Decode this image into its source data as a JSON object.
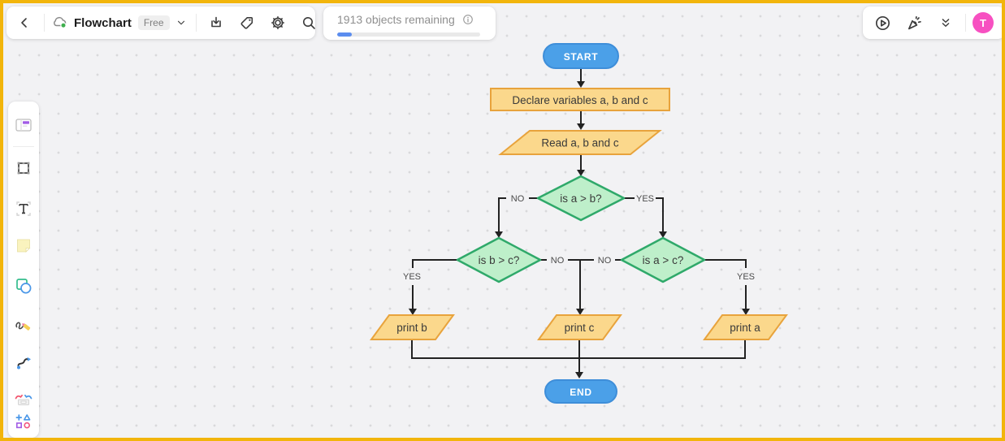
{
  "frame": {
    "border_color": "#F2B50B"
  },
  "header": {
    "back_icon": "chevron-left-icon",
    "board": {
      "cloud_icon": "cloud-sync-icon",
      "title": "Flowchart",
      "plan_badge": "Free",
      "menu_icon": "chevron-down-icon"
    },
    "tools": [
      {
        "name": "export",
        "icon": "download-icon"
      },
      {
        "name": "tag",
        "icon": "tag-icon"
      },
      {
        "name": "settings",
        "icon": "gear-icon"
      },
      {
        "name": "search",
        "icon": "magnifier-icon"
      }
    ],
    "usage": {
      "text": "1913 objects remaining",
      "info_icon": "info-circle-icon",
      "progress_percent": 10,
      "progress_color": "#5B8DEF"
    },
    "right_tools": [
      {
        "name": "present",
        "icon": "play-circle-icon"
      },
      {
        "name": "celebrate",
        "icon": "party-popper-icon"
      },
      {
        "name": "collapse",
        "icon": "double-chevron-down-icon"
      }
    ],
    "avatar": {
      "initial": "T",
      "color": "#F750C1"
    }
  },
  "sidebar": {
    "items": [
      {
        "name": "templates"
      },
      {
        "name": "frame"
      },
      {
        "name": "text"
      },
      {
        "name": "sticky-note"
      },
      {
        "name": "shapes"
      },
      {
        "name": "pen"
      },
      {
        "name": "connection-line"
      },
      {
        "name": "widgets"
      },
      {
        "name": "more-shapes"
      }
    ]
  },
  "flowchart": {
    "styles": {
      "terminator_fill": "#4BA0E8",
      "terminator_stroke": "#3E8ED9",
      "io_fill": "#FBD88C",
      "io_stroke": "#E8A33C",
      "decision_fill": "#BEEFCA",
      "decision_stroke": "#2FA96A",
      "line_color": "#222222"
    },
    "nodes": [
      {
        "id": "start",
        "type": "terminator",
        "label": "START"
      },
      {
        "id": "declare",
        "type": "process",
        "label": "Declare variables a, b and c"
      },
      {
        "id": "read",
        "type": "io",
        "label": "Read a, b and c"
      },
      {
        "id": "cond1",
        "type": "decision",
        "label": "is a > b?"
      },
      {
        "id": "cond2",
        "type": "decision",
        "label": "is b > c?"
      },
      {
        "id": "cond3",
        "type": "decision",
        "label": "is a > c?"
      },
      {
        "id": "printb",
        "type": "io",
        "label": "print b"
      },
      {
        "id": "printc",
        "type": "io",
        "label": "print c"
      },
      {
        "id": "printa",
        "type": "io",
        "label": "print a"
      },
      {
        "id": "end",
        "type": "terminator",
        "label": "END"
      }
    ],
    "edge_labels": {
      "cond1_no": "NO",
      "cond1_yes": "YES",
      "cond2_yes": "YES",
      "cond2_no": "NO",
      "cond3_no": "NO",
      "cond3_yes": "YES"
    }
  }
}
